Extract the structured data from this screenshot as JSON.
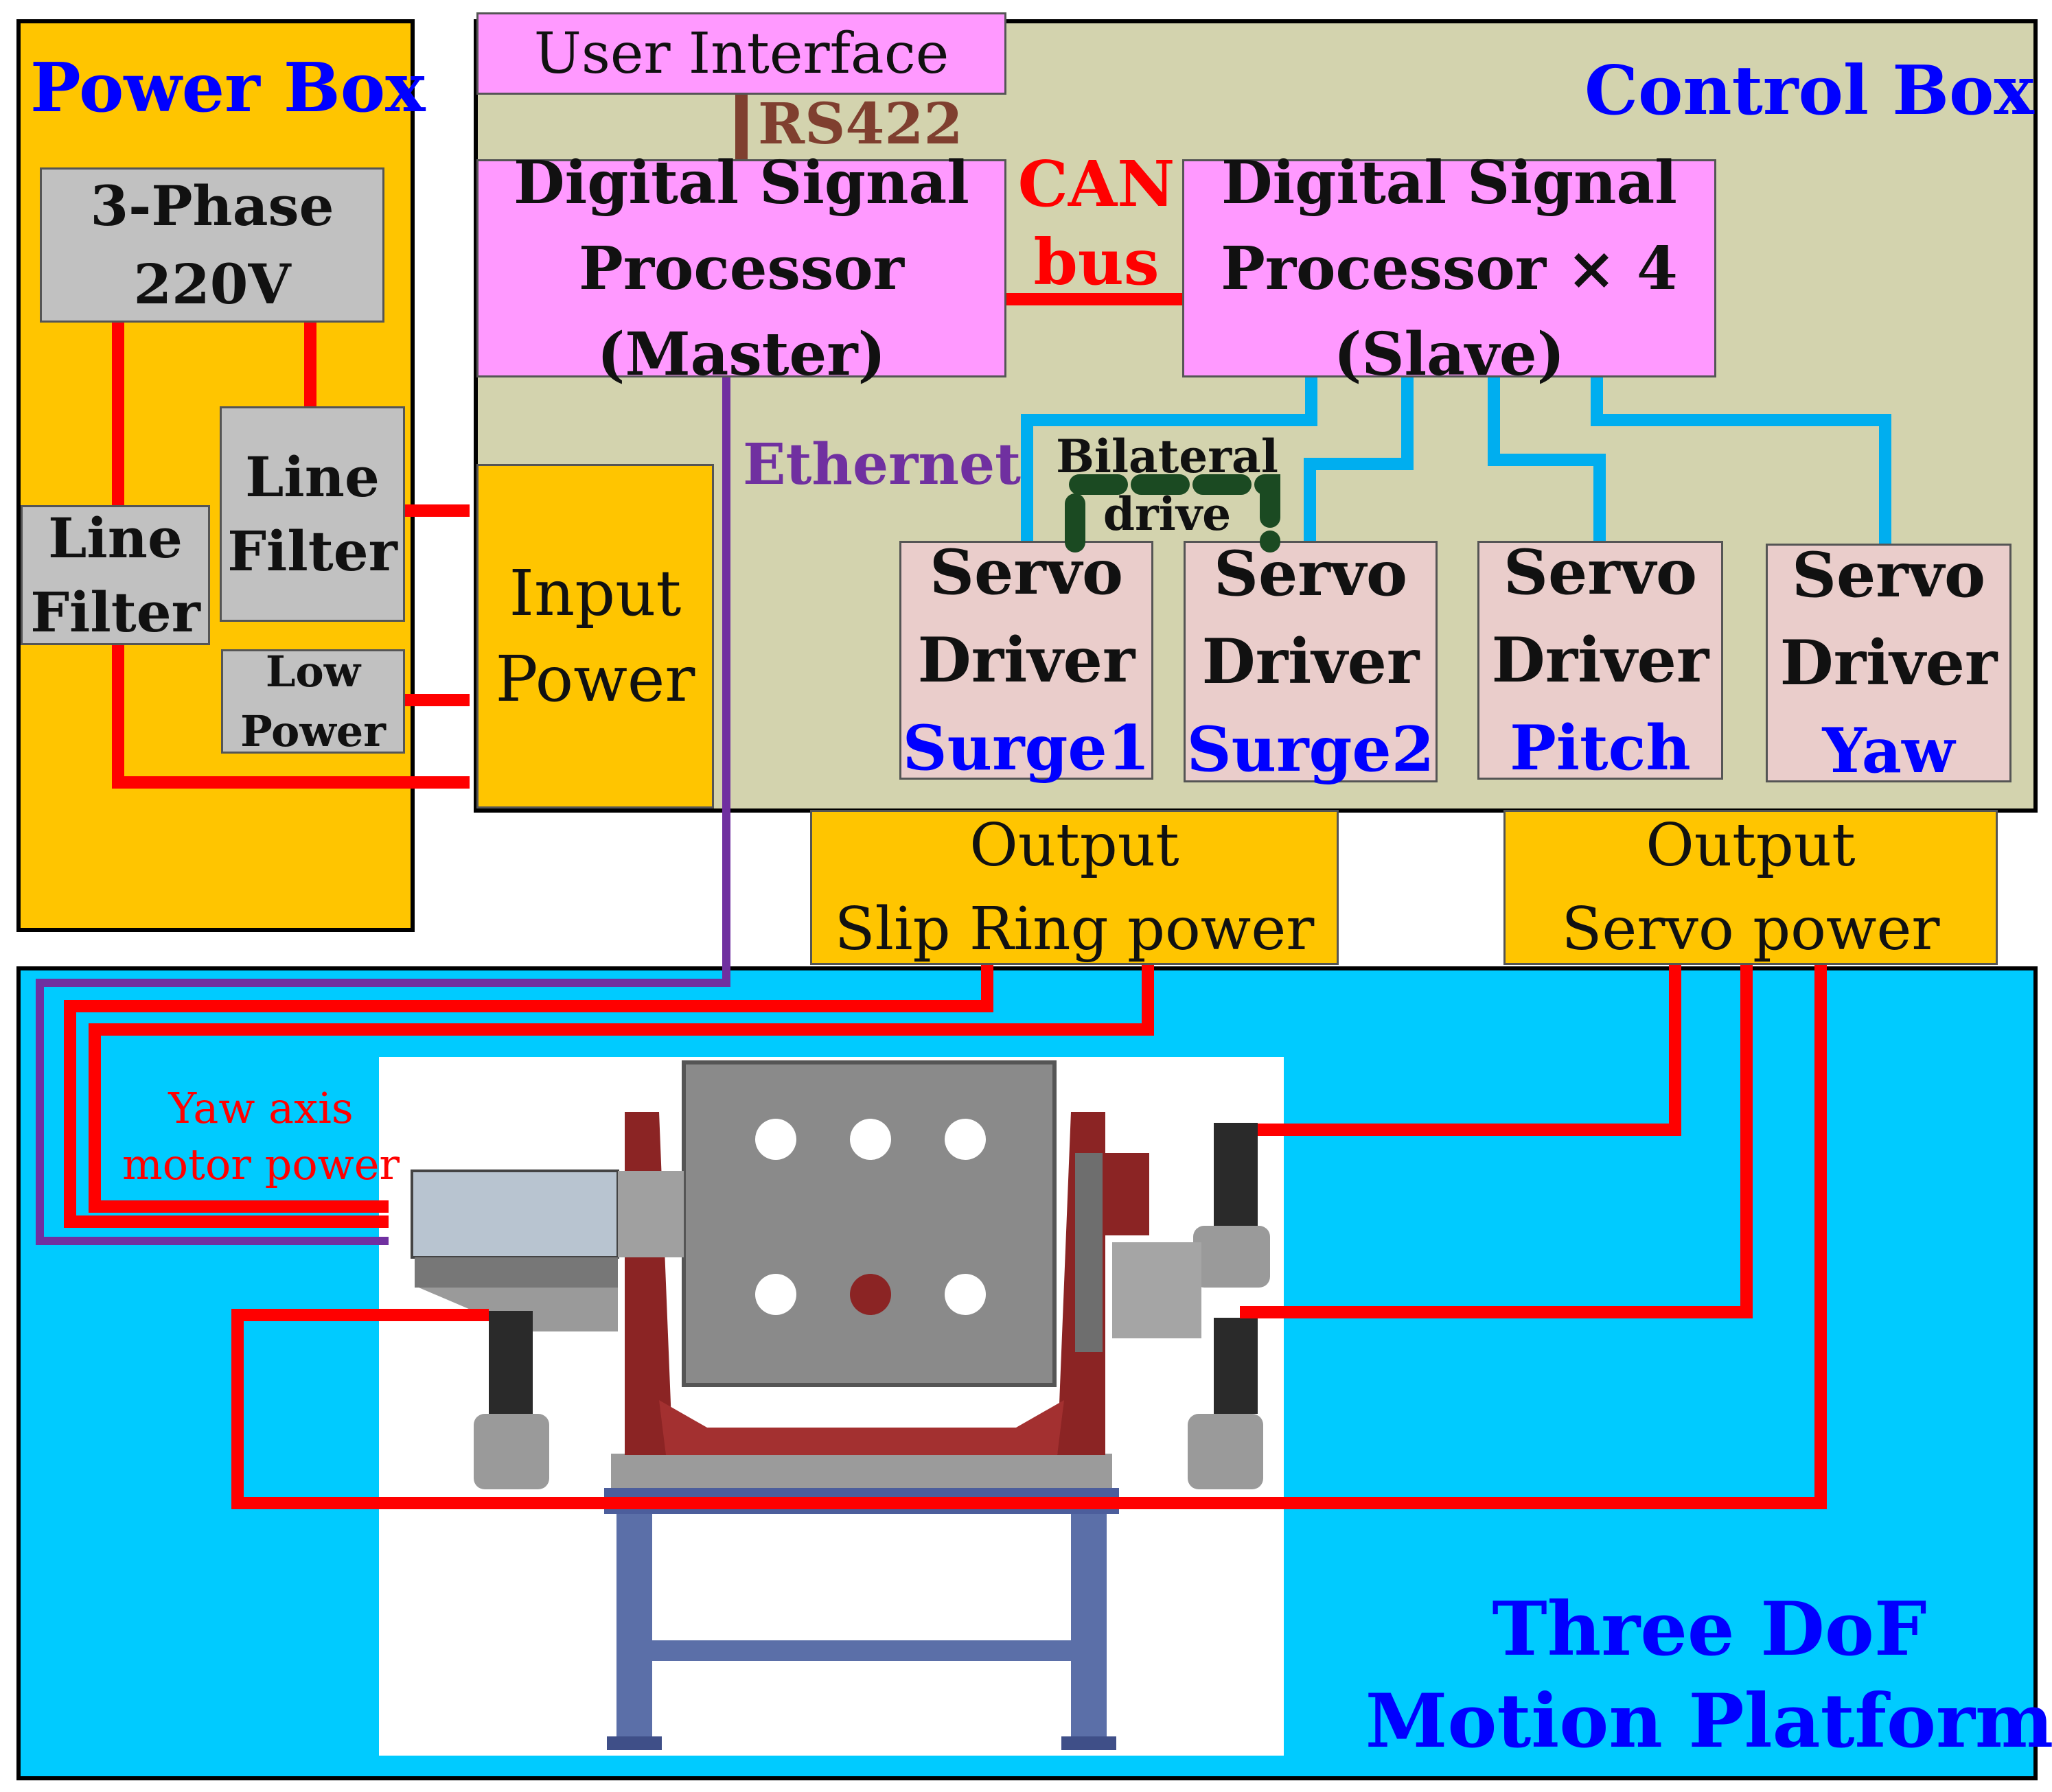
{
  "colors": {
    "power_box_fill": "#FFC500",
    "control_box_fill": "#D3D3AE",
    "dsp_fill": "#FF99FF",
    "servo_fill": "#EACDCB",
    "grey_fill": "#C1C1C1",
    "platform_fill": "#00CBFF",
    "red_line": "#FF0000",
    "blue_line": "#00AEEF",
    "purple_line": "#7030A0",
    "rs422_color": "#7F3F2F",
    "title_blue": "#0000FF",
    "dark_green": "#1B4A22"
  },
  "power_box": {
    "title": "Power Box",
    "three_phase": [
      "3-Phase",
      "220V"
    ],
    "line_filter_a": [
      "Line",
      "Filter"
    ],
    "line_filter_b": [
      "Line",
      "Filter"
    ],
    "low_power": [
      "Low",
      "Power"
    ]
  },
  "control_box": {
    "title": "Control Box",
    "user_interface": "User Interface",
    "rs422": "RS422",
    "can_bus": [
      "CAN",
      "bus"
    ],
    "dsp_master": [
      "Digital Signal",
      "Processor",
      "(Master)"
    ],
    "dsp_slave": [
      "Digital Signal",
      "Processor × 4",
      "(Slave)"
    ],
    "ethernet": "Ethernet",
    "bilateral_drive": [
      "Bilateral",
      "drive"
    ],
    "input_power": [
      "Input",
      "Power"
    ],
    "servo_drivers": [
      {
        "line1": "Servo",
        "line2": "Driver",
        "axis": "Surge1"
      },
      {
        "line1": "Servo",
        "line2": "Driver",
        "axis": "Surge2"
      },
      {
        "line1": "Servo",
        "line2": "Driver",
        "axis": "Pitch"
      },
      {
        "line1": "Servo",
        "line2": "Driver",
        "axis": "Yaw"
      }
    ]
  },
  "outputs": {
    "slip_ring": [
      "Output",
      "Slip Ring power"
    ],
    "servo": [
      "Output",
      "Servo power"
    ]
  },
  "platform": {
    "title": [
      "Three DoF",
      "Motion Platform"
    ],
    "yaw_motor_power": [
      "Yaw axis",
      "motor power"
    ]
  }
}
